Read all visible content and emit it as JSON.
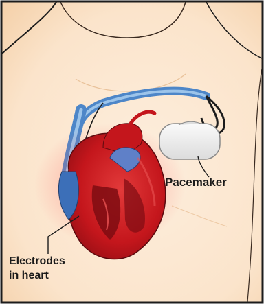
{
  "labels": {
    "pacemaker": "Pacemaker",
    "electrodes_line1": "Electrodes",
    "electrodes_line2": "in heart"
  },
  "colors": {
    "skin": "#fbe6cf",
    "skin_shadow": "#f3cfa8",
    "outline": "#1c1c1c",
    "vein_blue": "#4d86c8",
    "vein_light": "#9cc4ea",
    "heart_red": "#c4161c",
    "heart_dark": "#7e0c12",
    "heart_highlight": "#ea5454",
    "device_fill": "#eeeeee",
    "device_border": "#8a8a8a"
  },
  "icons": {
    "pacemaker_device": "pacemaker-device-icon",
    "heart": "heart-icon"
  }
}
